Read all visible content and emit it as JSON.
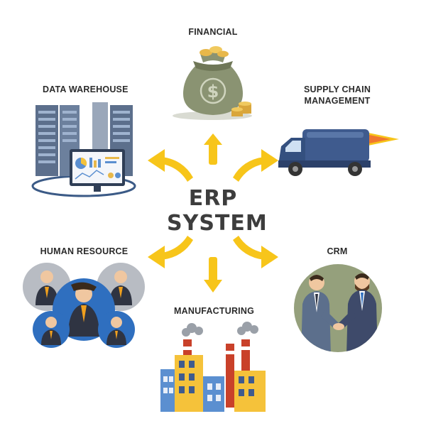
{
  "center": {
    "line1": "ERP",
    "line2": "SYSTEM"
  },
  "modules": {
    "financial": "FINANCIAL",
    "data_warehouse": "DATA WAREHOUSE",
    "supply_chain_1": "SUPPLY CHAIN",
    "supply_chain_2": "MANAGEMENT",
    "human_resource": "HUMAN RESOURCE",
    "crm": "CRM",
    "manufacturing": "MANUFACTURING"
  },
  "colors": {
    "arrow": "#f7c51a",
    "bag": "#8a9372",
    "coin": "#e8b84a",
    "truck": "#3f5b8e",
    "server": "#5c6f8c",
    "monitor": "#2f3e56",
    "hr_gray": "#b8bcc3",
    "hr_blue": "#2f6fbf",
    "crm_bg": "#95a07c",
    "factory_yellow": "#f5c23a",
    "factory_blue": "#5b8fd0",
    "chimney_red": "#c9412a"
  }
}
